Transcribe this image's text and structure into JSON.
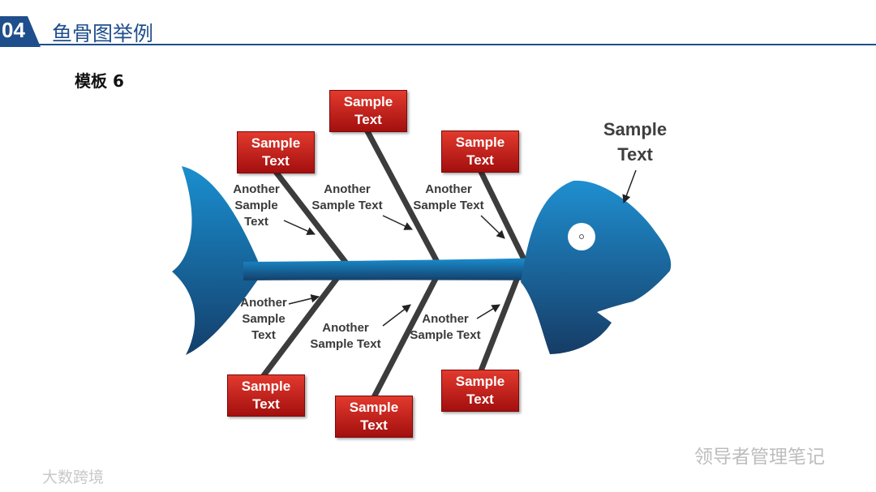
{
  "header": {
    "number": "04",
    "title": "鱼骨图举例"
  },
  "template_label": "模板 6",
  "head_label": "Sample Text",
  "boxes": {
    "top_left": "Sample Text",
    "top_mid": "Sample Text",
    "top_right": "Sample Text",
    "bottom_left": "Sample Text",
    "bottom_mid": "Sample Text",
    "bottom_right": "Sample Text"
  },
  "bone_labels": {
    "upper_1": "Another Sample Text",
    "upper_2": "Another Sample Text",
    "upper_3": "Another Sample Text",
    "lower_1": "Another Sample Text",
    "lower_2": "Another Sample Text",
    "lower_3": "Another Sample Text"
  },
  "watermarks": {
    "right": "领导者管理笔记",
    "left": "大数跨境"
  },
  "colors": {
    "fish_top": "#1888c8",
    "fish_bottom": "#14426f",
    "box": "#c8201c",
    "header": "#1f4e8c"
  }
}
